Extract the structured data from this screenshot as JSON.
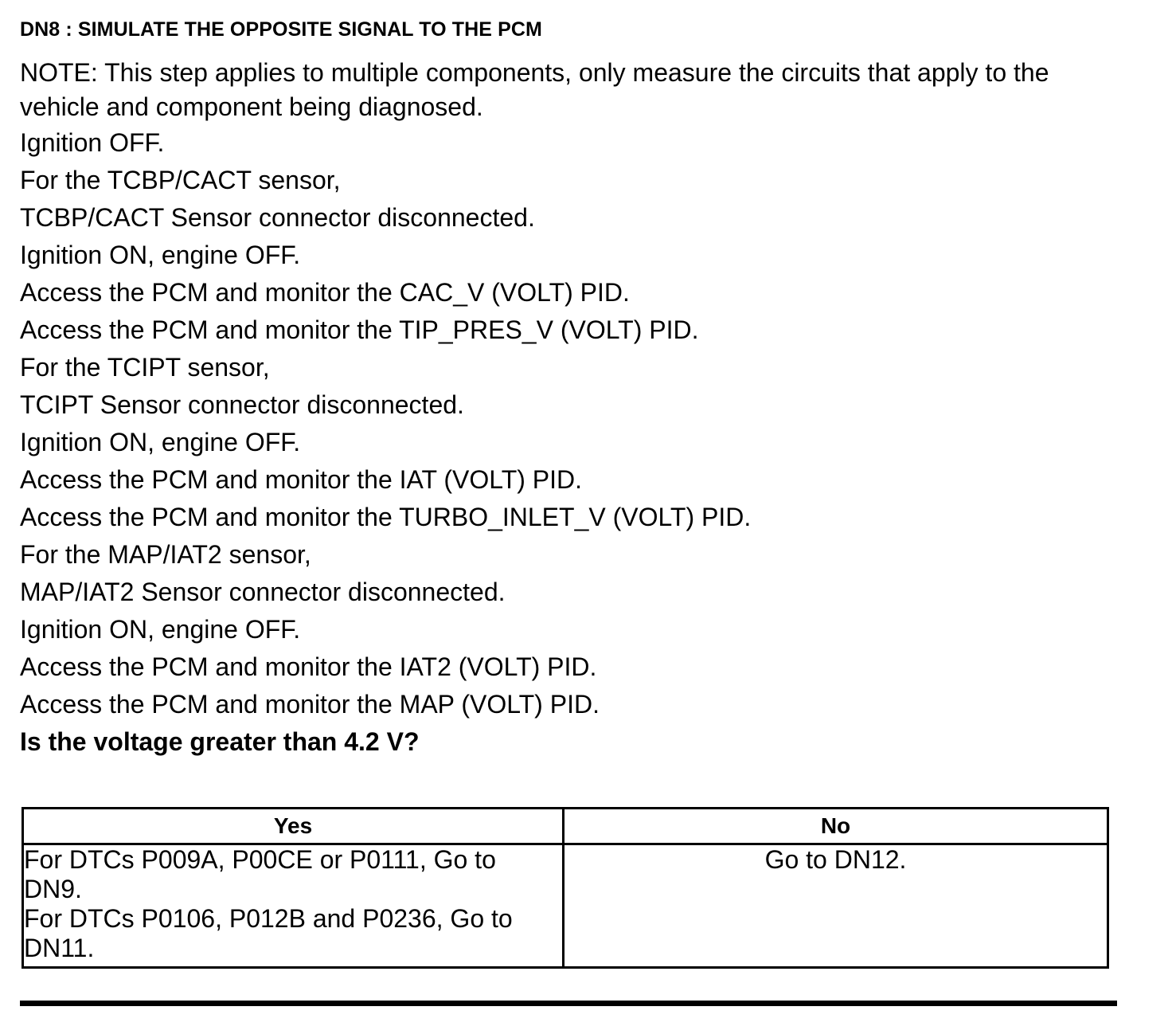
{
  "document": {
    "step_title": "DN8 : SIMULATE THE OPPOSITE SIGNAL TO THE PCM",
    "note_text": "NOTE: This step applies to multiple components, only measure the circuits that apply to the vehicle and component being diagnosed.",
    "instructions": [
      "Ignition OFF.",
      "For the TCBP/CACT sensor,",
      "TCBP/CACT Sensor connector disconnected.",
      "Ignition ON, engine OFF.",
      "Access the PCM and monitor the  CAC_V (VOLT) PID.",
      "Access the PCM and monitor the  TIP_PRES_V (VOLT) PID.",
      "For the TCIPT sensor,",
      "TCIPT Sensor connector disconnected.",
      "Ignition ON, engine OFF.",
      "Access the PCM and monitor the  IAT (VOLT) PID.",
      "Access the PCM and monitor the  TURBO_INLET_V (VOLT) PID.",
      "For the MAP/IAT2 sensor,",
      "MAP/IAT2 Sensor connector disconnected.",
      "Ignition ON, engine OFF.",
      "Access the PCM and monitor the  IAT2 (VOLT) PID.",
      "Access the PCM and monitor the  MAP (VOLT) PID."
    ],
    "question": "Is the voltage greater than 4.2 V?"
  },
  "decision_table": {
    "headers": {
      "yes": "Yes",
      "no": "No"
    },
    "yes_cell_lines": [
      "For DTCs P009A, P00CE or P0111, Go to",
      "DN9.",
      "For DTCs P0106, P012B and P0236, Go to",
      "DN11."
    ],
    "no_cell": "Go to DN12."
  }
}
